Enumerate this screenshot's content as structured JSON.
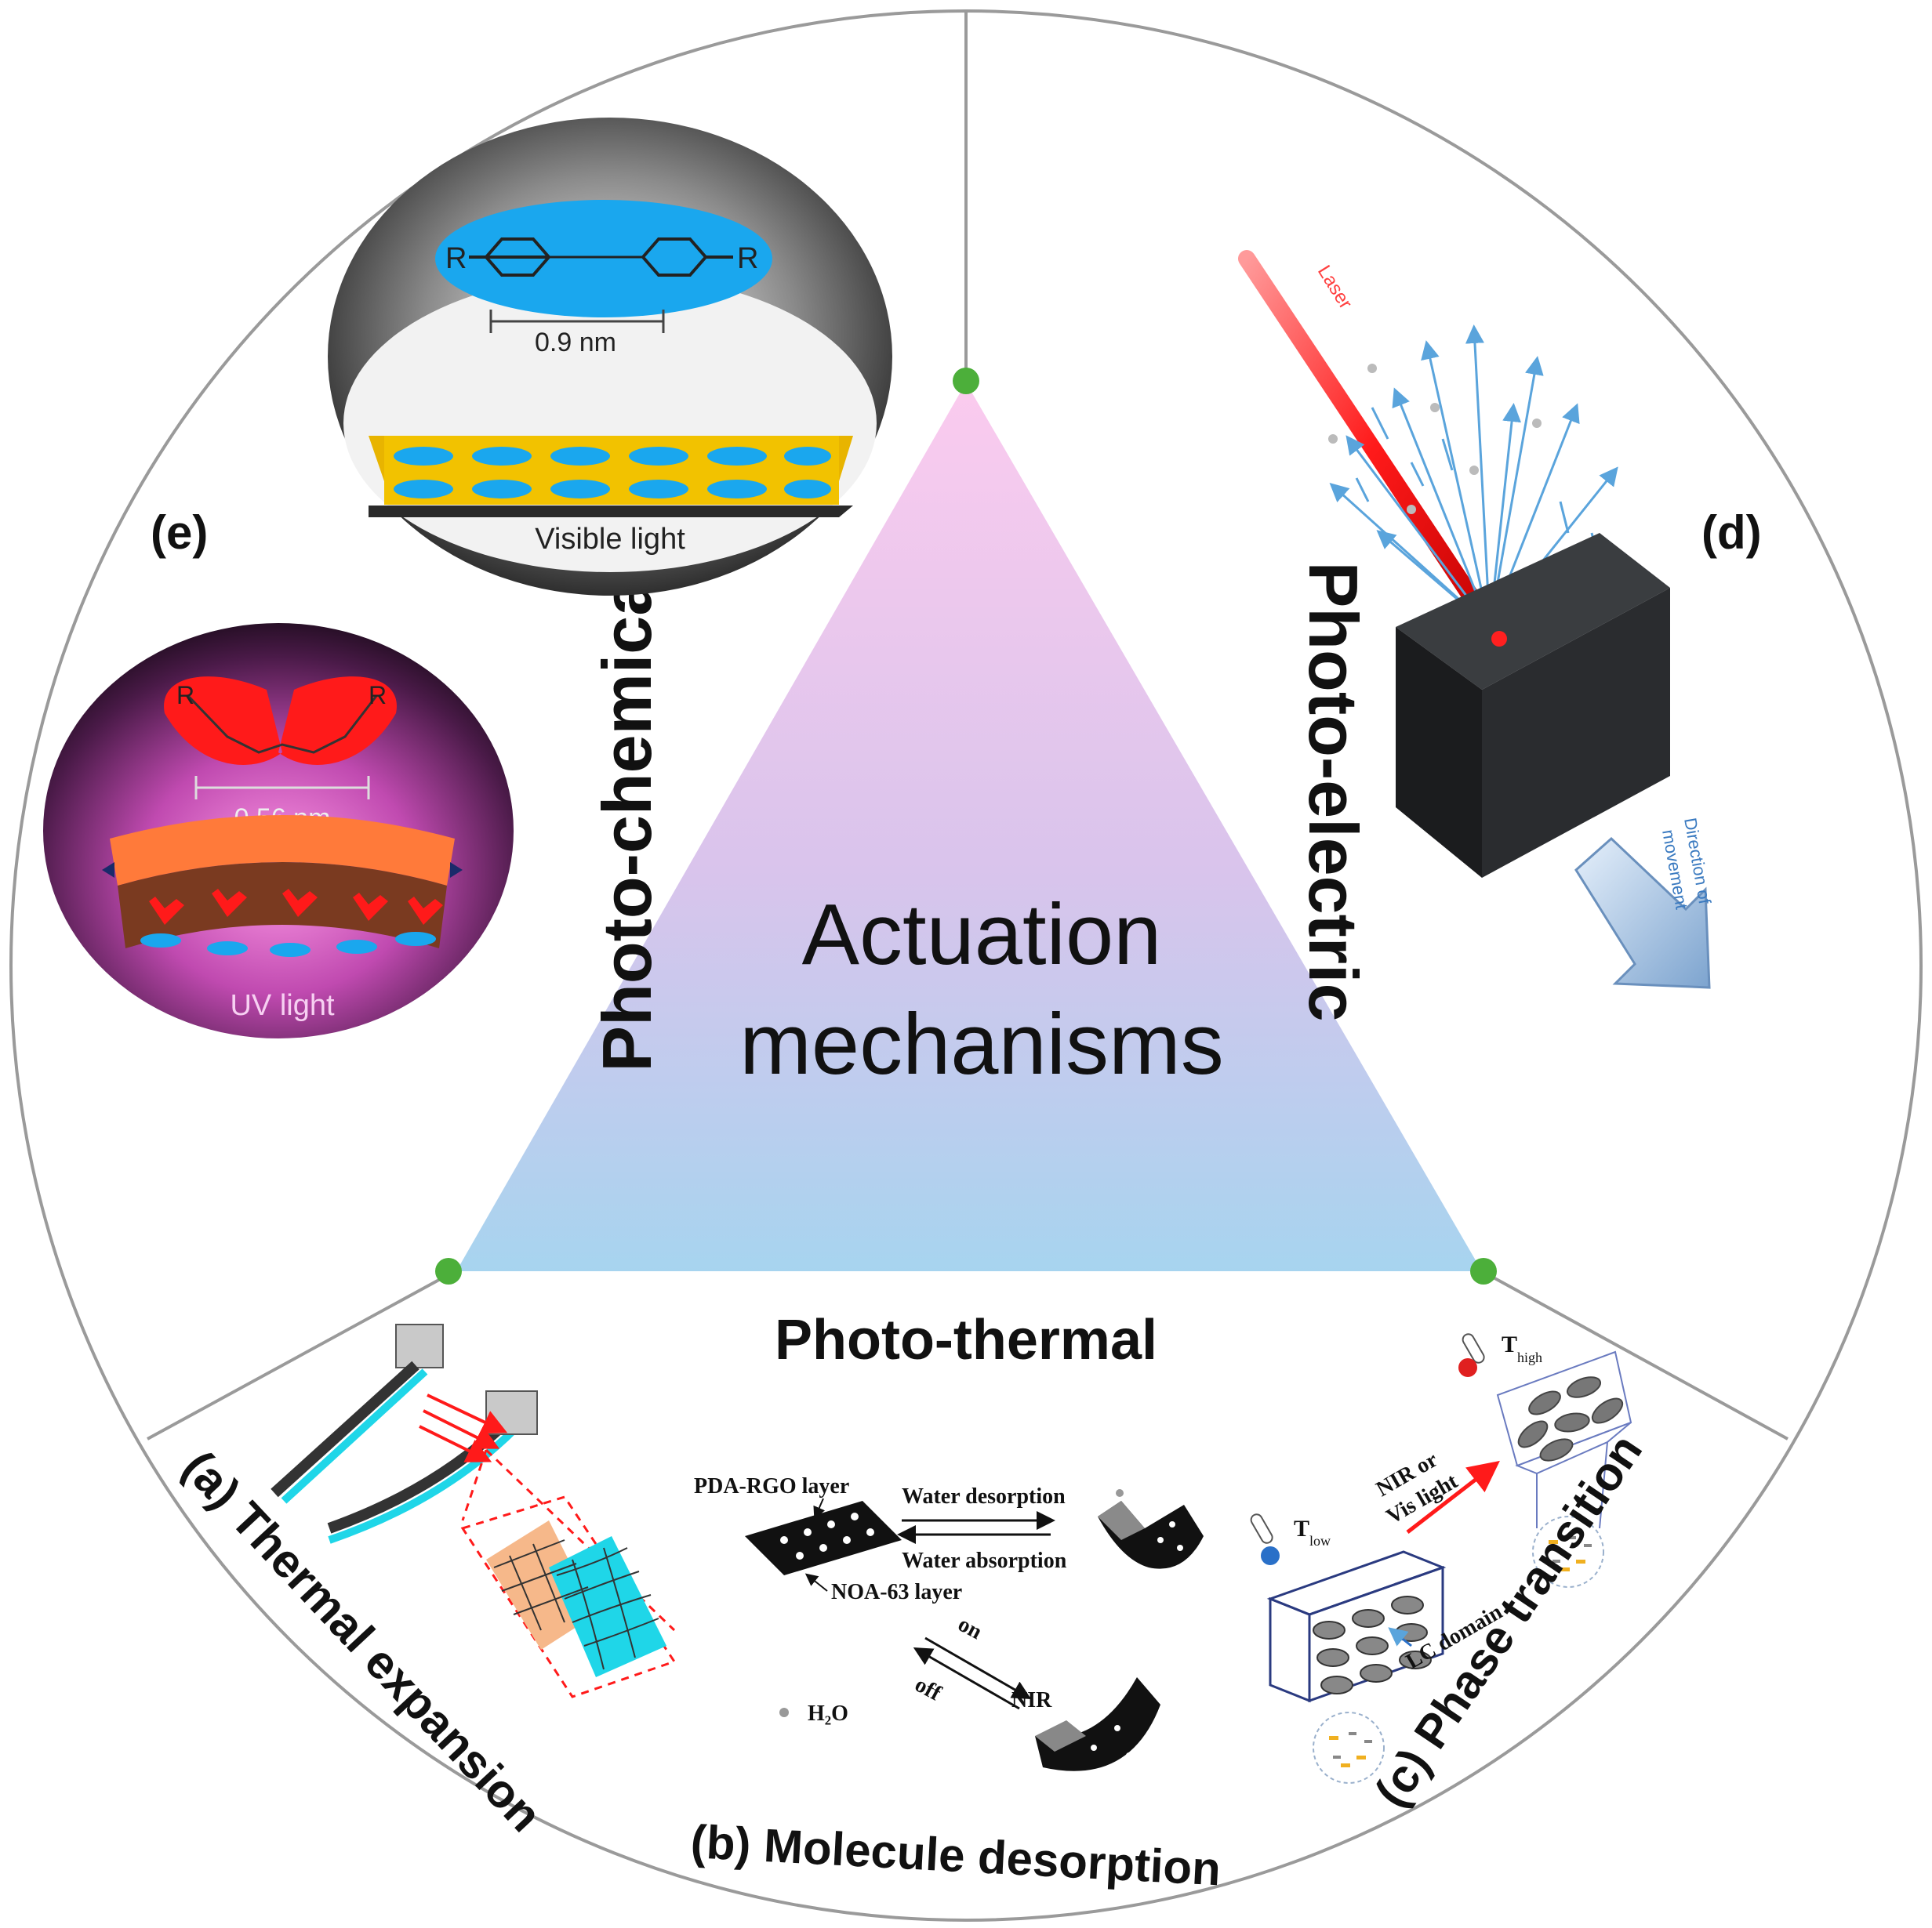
{
  "center": {
    "line1": "Actuation",
    "line2": "mechanisms"
  },
  "mechanisms": {
    "photochemical": "Photo-chemical",
    "photoelectric": "Photo-electric",
    "photothermal": "Photo-thermal"
  },
  "panels": {
    "a": {
      "title": "(a) Thermal expansion"
    },
    "b": {
      "title": "(b) Molecule desorption",
      "pda_layer": "PDA-RGO layer",
      "noa_layer": "NOA-63 layer",
      "water_desorption": "Water desorption",
      "water_absorption": "Water absorption",
      "on": "on",
      "off": "off",
      "nir": "NIR",
      "h2o": "H₂O"
    },
    "c": {
      "title": "(c) Phase transition",
      "nir_or": "NIR or",
      "vis_light": "Vis light",
      "lc_domain": "LC domain",
      "t": "T",
      "t_low": "low",
      "t_high": "high"
    },
    "d": {
      "label": "(d)",
      "laser": "Laser",
      "direction1": "Direction of",
      "direction2": "movement"
    },
    "e": {
      "label": "(e)",
      "r": "R",
      "distance_top": "0.9 nm",
      "visible_light": "Visible light",
      "distance_bottom": "0.56 nm",
      "uv_light": "UV light"
    }
  },
  "colors": {
    "triangle_top": "#f8c8ec",
    "triangle_bottom": "#a9d3ef",
    "node": "#4caf3a",
    "laser": "#ff2020",
    "cyan": "#1fd6e8",
    "azo_blue": "#1aa7ee",
    "azo_red": "#ff1a1a"
  }
}
